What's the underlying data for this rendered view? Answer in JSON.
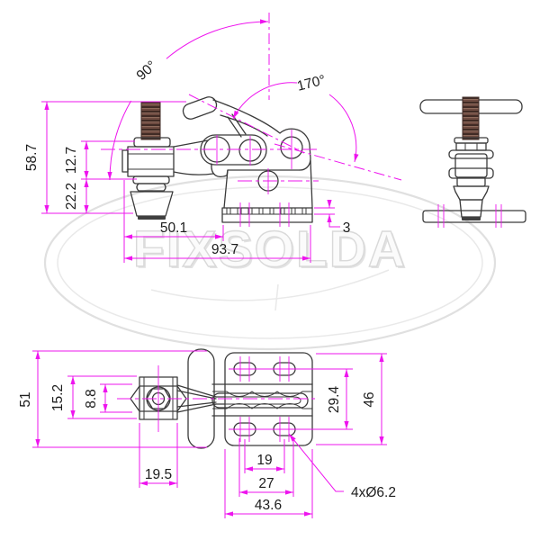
{
  "watermark": {
    "text": "FIXSOLDA"
  },
  "colors": {
    "dimension_magenta": "#ee14ee",
    "drawing_line": "#3a3a3a",
    "thread_brown": "#6e4b41",
    "watermark_gray": "#e0e0e0",
    "background": "#ffffff"
  },
  "side_view": {
    "overall_height": "58.7",
    "spindle_upper": "12.7",
    "spindle_lower": "22.2",
    "spindle_offset": "50.1",
    "overall_length": "93.7",
    "flange_lip": "3",
    "handle_travel_angle": "90°",
    "opening_angle": "170°"
  },
  "plan_view": {
    "handle_length": "51",
    "fork_outer": "15.2",
    "fork_inner": "8.8",
    "block_width": "19.5",
    "hole_pitch": "19",
    "slot_span": "27",
    "base_length": "43.6",
    "hole_row_pitch": "29.4",
    "base_width": "46",
    "hole_callout": "4xØ6.2"
  }
}
